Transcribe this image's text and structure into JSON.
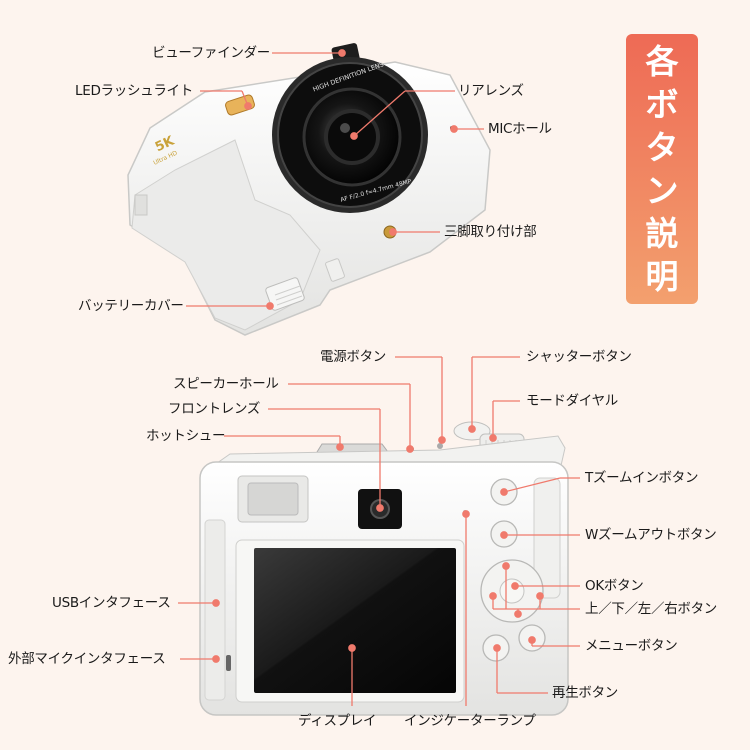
{
  "title": [
    "各",
    "ボ",
    "タ",
    "ン",
    "説",
    "明"
  ],
  "camera_top": {
    "brand_badge": "5K",
    "brand_sub": "Ultra HD",
    "lens_ring_text": "HIGH DEFINITION LENS",
    "lens_spec_text": "AF F/2.0 f=4.7mm 48MP",
    "labels": {
      "viewfinder": "ビューファインダー",
      "led_flash": "LEDラッシュライト",
      "rear_lens": "リアレンズ",
      "mic_hole": "MICホール",
      "tripod_mount": "三脚取り付け部",
      "battery_cover": "バッテリーカバー"
    }
  },
  "camera_back": {
    "labels": {
      "power_button": "電源ボタン",
      "speaker_hole": "スピーカーホール",
      "front_lens": "フロントレンズ",
      "hot_shoe": "ホットシュー",
      "shutter_button": "シャッターボタン",
      "mode_dial": "モードダイヤル",
      "t_zoom_in": "Tズームインボタン",
      "w_zoom_out": "Wズームアウトボタン",
      "ok_button": "OKボタン",
      "direction_buttons": "上／下／左／右ボタン",
      "menu_button": "メニューボタン",
      "playback_button": "再生ボタン",
      "usb_interface": "USBインタフェース",
      "external_mic": "外部マイクインタフェース",
      "display": "ディスプレイ",
      "indicator_lamp": "インジケーターランプ"
    }
  },
  "colors": {
    "background": "#fdf4ee",
    "accent": "#ef6f5a",
    "callout": "#f07a6c",
    "body": "#f4f4f2",
    "title_text": "#ffffff"
  }
}
